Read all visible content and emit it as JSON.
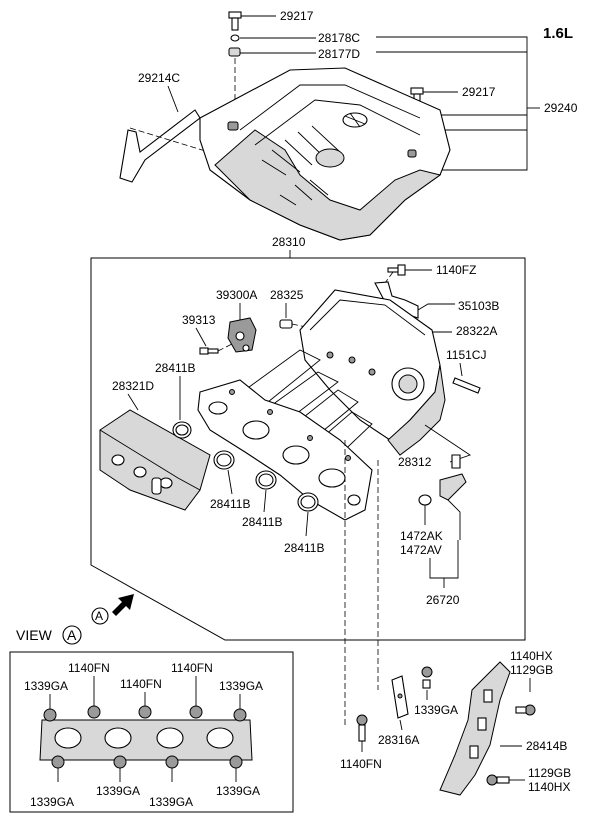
{
  "engine_label": "1.6L",
  "cover": {
    "bolt_top": "29217",
    "washer": "28178C",
    "grommet": "28177D",
    "bracket": "29214C",
    "bolt_right": "29217",
    "cover_assy": "29240"
  },
  "manifold": {
    "assy": "28310",
    "bolt_fz": "1140FZ",
    "bracket_b": "35103B",
    "sensor": "39300A",
    "pin": "28325",
    "manifold_body": "28322A",
    "bolt_39313": "39313",
    "stud_cj": "1151CJ",
    "gasket_a": "28411B",
    "heat_shield": "28321D",
    "gasket_b": "28411B",
    "gasket_c": "28411B",
    "gasket_d": "28411B",
    "hose": "28312",
    "clamp_ak": "1472AK",
    "clamp_av": "1472AV",
    "hose_assy": "26720"
  },
  "view": {
    "arrow_letter": "A",
    "title_prefix": "VIEW",
    "title_letter": "A",
    "fn_left": "1140FN",
    "fn_mid": "1140FN",
    "fn_right": "1140FN",
    "ga_top_left": "1339GA",
    "ga_top_right": "1339GA",
    "ga_bot_1": "1339GA",
    "ga_bot_2": "1339GA",
    "ga_bot_3": "1339GA",
    "ga_bot_4": "1339GA"
  },
  "lower": {
    "nut_ga": "1339GA",
    "stay": "28316A",
    "bolt_fn": "1140FN",
    "hx_top": "1140HX",
    "gb_top": "1129GB",
    "bracket_stay": "28414B",
    "gb_bot": "1129GB",
    "hx_bot": "1140HX"
  }
}
